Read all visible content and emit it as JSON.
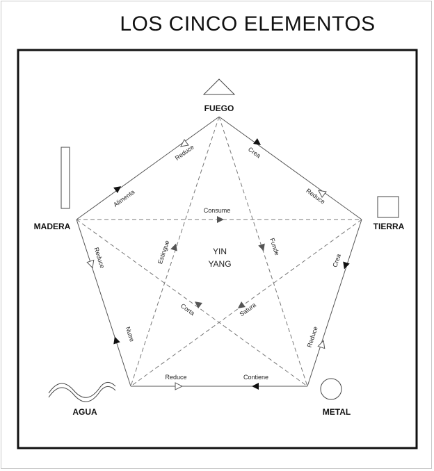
{
  "title": "LOS CINCO ELEMENTOS",
  "elements": {
    "fuego": "FUEGO",
    "tierra": "TIERRA",
    "metal": "METAL",
    "agua": "AGUA",
    "madera": "MADERA"
  },
  "center": {
    "line1": "YIN",
    "line2": "YANG"
  },
  "relations": {
    "fuego_madera_reduce": "Reduce",
    "madera_fuego_alimenta": "Alimenta",
    "fuego_tierra_crea": "Crea",
    "tierra_fuego_reduce": "Reduce",
    "tierra_metal_crea": "Crea",
    "metal_tierra_reduce": "Reduce",
    "metal_agua_contiene": "Contiene",
    "agua_metal_reduce": "Reduce",
    "agua_madera_nutre": "Nutre",
    "madera_agua_reduce": "Reduce",
    "madera_tierra_consume": "Consume",
    "agua_fuego_estingue": "Estingue",
    "fuego_metal_funde": "Funde",
    "metal_madera_corta": "Corta",
    "tierra_agua_satura": "Satura"
  }
}
